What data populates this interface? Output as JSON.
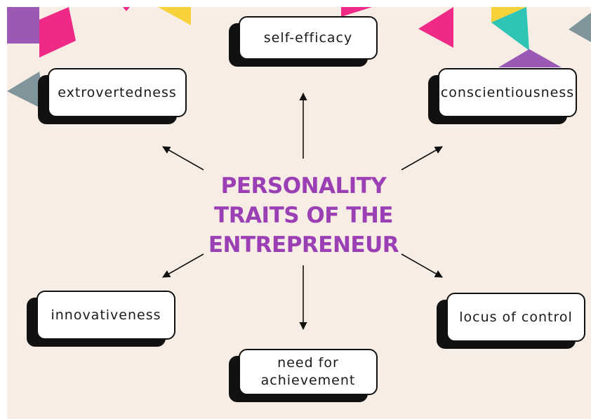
{
  "title": {
    "line1": "PERSONALITY",
    "line2": "TRAITS OF THE",
    "line3": "ENTREPRENEUR"
  },
  "traits": {
    "self_efficacy": "self-efficacy",
    "extrovertedness": "extrovertedness",
    "conscientiousness": "conscientiousness",
    "innovativeness": "innovativeness",
    "locus_of_control": "locus of control",
    "need_for_achievement_line1": "need for",
    "need_for_achievement_line2": "achievement"
  },
  "colors": {
    "background": "#f8ede5",
    "title": "#9b3fb5",
    "purple": "#9b59b6",
    "pink": "#ee2a86",
    "gray": "#7f949b",
    "teal": "#2ec4b6",
    "yellow": "#f7d23a"
  }
}
